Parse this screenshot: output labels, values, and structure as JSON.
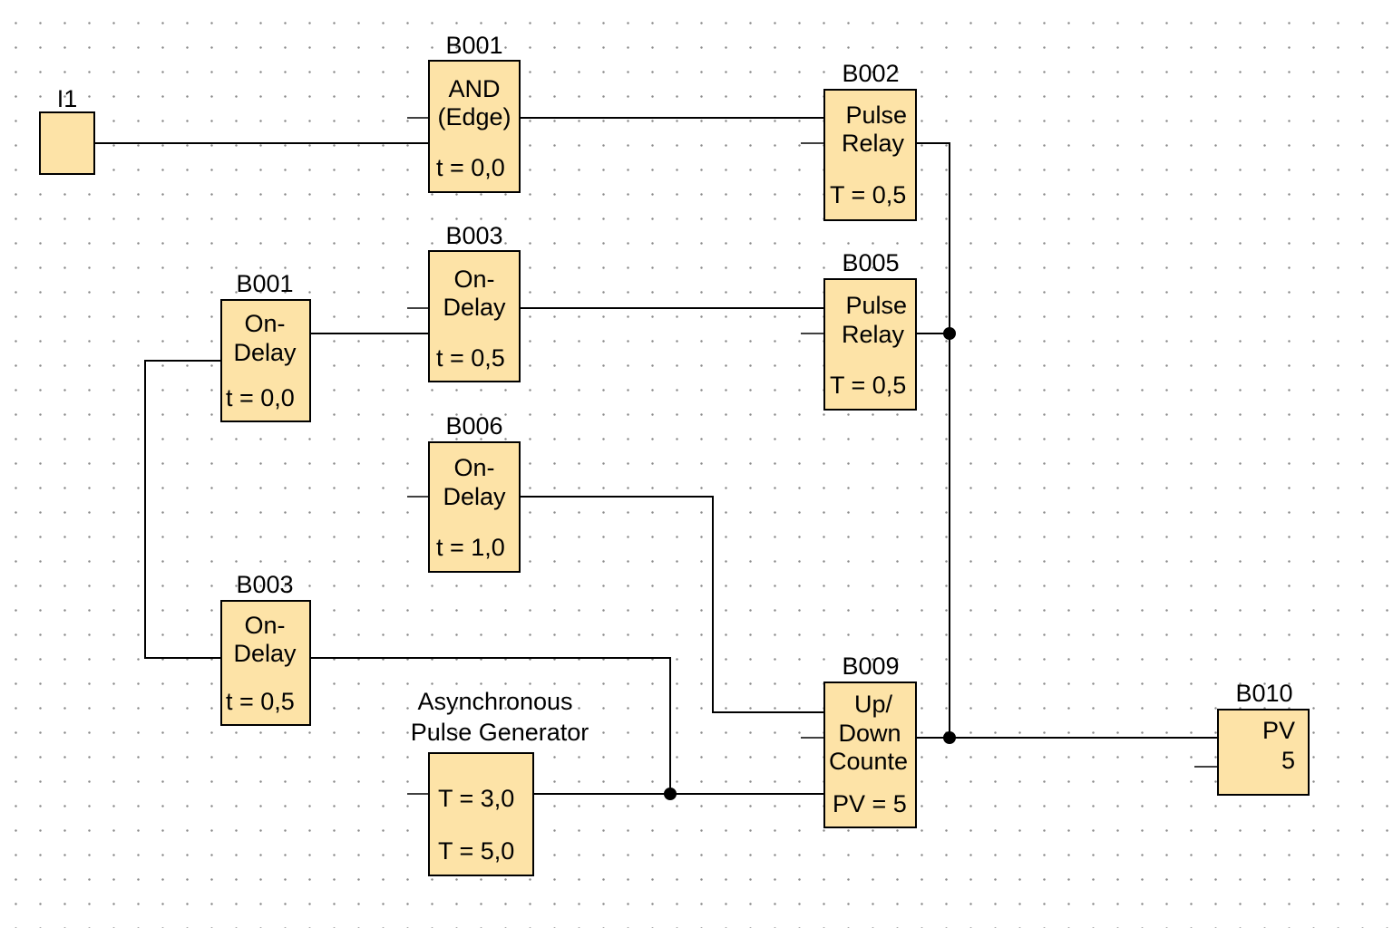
{
  "blocks": {
    "i1": {
      "name": "I1"
    },
    "b001_and": {
      "name": "B001",
      "line1": "AND",
      "line2": "(Edge)",
      "param": "t = 0,0"
    },
    "b002": {
      "name": "B002",
      "line1": "Pulse",
      "line2": "Relay",
      "param": "T = 0,5"
    },
    "b001_ondelay": {
      "name": "B001",
      "line1": "On-",
      "line2": "Delay",
      "param": "t = 0,0"
    },
    "b003_upper": {
      "name": "B003",
      "line1": "On-",
      "line2": "Delay",
      "param": "t = 0,5"
    },
    "b005": {
      "name": "B005",
      "line1": "Pulse",
      "line2": "Relay",
      "param": "T = 0,5"
    },
    "b006": {
      "name": "B006",
      "line1": "On-",
      "line2": "Delay",
      "param": "t = 1,0"
    },
    "b003_lower": {
      "name": "B003",
      "line1": "On-",
      "line2": "Delay",
      "param": "t = 0,5"
    },
    "async_gen": {
      "title1": "Asynchronous",
      "title2": "Pulse Generator",
      "param1": "T =  3,0",
      "param2": "T =  5,0"
    },
    "b009": {
      "name": "B009",
      "line1": "Up/",
      "line2": "Down",
      "line3": "Counter",
      "param": "PV = 5"
    },
    "b010": {
      "name": "B010",
      "line1": "PV",
      "line2": "5"
    }
  },
  "colors": {
    "block_fill": "#fde3a7",
    "wire": "#000000",
    "grid_dot": "#8a8a8a"
  }
}
